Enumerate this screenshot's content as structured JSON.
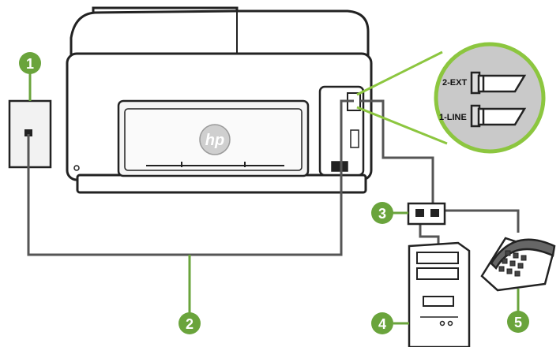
{
  "ports": {
    "ext_label": "2-EXT",
    "line_label": "1-LINE"
  },
  "printer": {
    "logo_text": "hp"
  },
  "callouts": [
    {
      "number": "1",
      "target": "wall-jack"
    },
    {
      "number": "2",
      "target": "phone-cord"
    },
    {
      "number": "3",
      "target": "splitter"
    },
    {
      "number": "4",
      "target": "computer"
    },
    {
      "number": "5",
      "target": "telephone"
    }
  ],
  "colors": {
    "callout_fill": "#6aa43c",
    "outline": "#222222",
    "cable": "#555555",
    "zoom_bubble": "#c9c9c9",
    "zoom_ring": "#8cc63f",
    "device_fill": "#ffffff",
    "shade": "#e6e6e6"
  }
}
